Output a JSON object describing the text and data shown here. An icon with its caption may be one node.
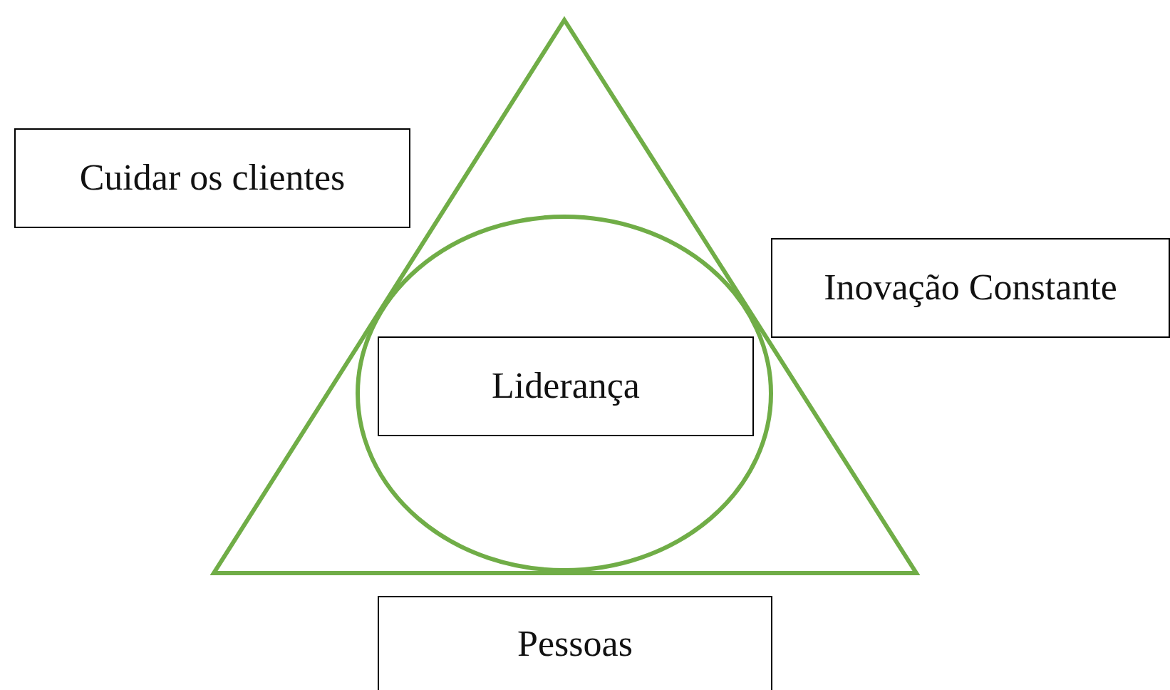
{
  "diagram": {
    "nodes": [
      {
        "text": [
          "Cuidar os clientes"
        ]
      },
      {
        "text": [
          "Inovação Constante"
        ]
      },
      {
        "text": [
          "Liderança"
        ]
      },
      {
        "text": [
          "Pessoas"
        ]
      }
    ]
  }
}
